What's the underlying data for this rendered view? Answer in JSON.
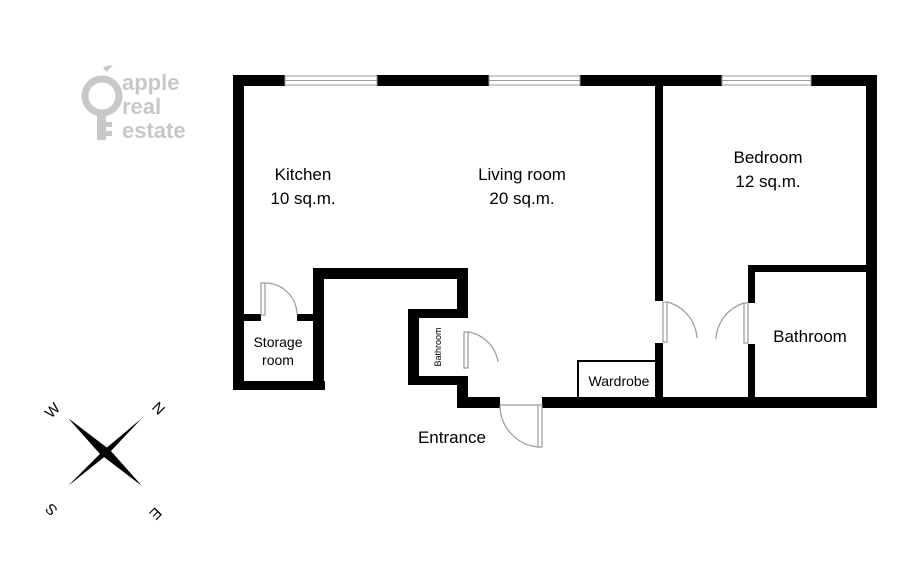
{
  "logo": {
    "lines": [
      "apple",
      "real",
      "estate"
    ],
    "color": "#c8c8c8"
  },
  "rooms": {
    "kitchen": {
      "name": "Kitchen",
      "area": "10 sq.m."
    },
    "living": {
      "name": "Living room",
      "area": "20 sq.m."
    },
    "bedroom": {
      "name": "Bedroom",
      "area": "12 sq.m."
    },
    "bathroom_main": {
      "name": "Bathroom"
    },
    "bathroom_small": {
      "name": "Bathroom"
    },
    "storage": {
      "line1": "Storage",
      "line2": "room"
    },
    "wardrobe": {
      "name": "Wardrobe"
    },
    "entrance": {
      "name": "Entrance"
    }
  },
  "compass": {
    "n": "N",
    "e": "E",
    "s": "S",
    "w": "W"
  },
  "colors": {
    "wall": "#000000",
    "window": "#9a9a9a"
  }
}
